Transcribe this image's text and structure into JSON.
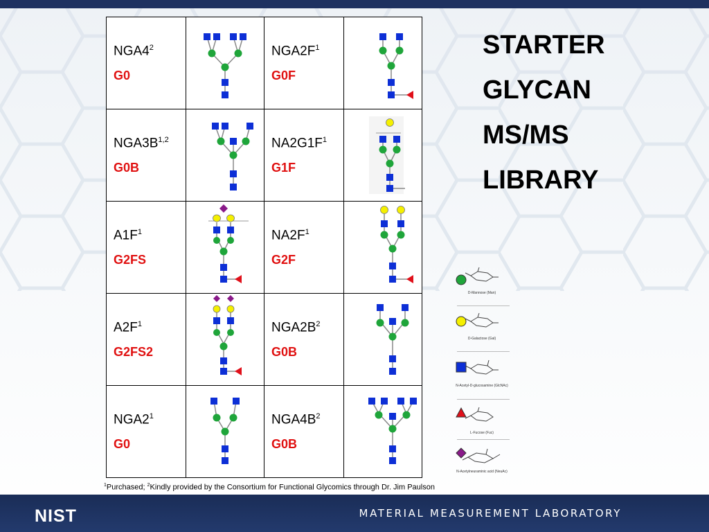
{
  "title_lines": [
    "STARTER",
    "GLYCAN",
    "MS/MS",
    "LIBRARY"
  ],
  "footer": {
    "label": "MATERIAL MEASUREMENT LABORATORY",
    "logo_text": "NIST"
  },
  "footnote": {
    "mark1": "1",
    "text1": "Purchased; ",
    "mark2": "2",
    "text2": "Kindly provided by the Consortium for Functional Glycomics through Dr. Jim Paulson"
  },
  "glycans": [
    {
      "name": "NGA4",
      "sup": "2",
      "code": "G0",
      "structure": "NGA4"
    },
    {
      "name": "NGA2F",
      "sup": "1",
      "code": "G0F",
      "structure": "NGA2F"
    },
    {
      "name": "NGA3B",
      "sup": "1,2",
      "code": "G0B",
      "structure": "NGA3B"
    },
    {
      "name": "NA2G1F",
      "sup": "1",
      "code": "G1F",
      "structure": "NA2G1F"
    },
    {
      "name": "A1F",
      "sup": "1",
      "code": "G2FS",
      "structure": "A1F"
    },
    {
      "name": "NA2F",
      "sup": "1",
      "code": "G2F",
      "structure": "NA2F"
    },
    {
      "name": "A2F",
      "sup": "1",
      "code": "G2FS2",
      "structure": "A2F"
    },
    {
      "name": "NGA2B",
      "sup": "2",
      "code": "G0B",
      "structure": "NGA2B"
    },
    {
      "name": "NGA2",
      "sup": "1",
      "code": "G0",
      "structure": "NGA2"
    },
    {
      "name": "NGA4B",
      "sup": "2",
      "code": "G0B",
      "structure": "NGA4B"
    }
  ],
  "legend": [
    {
      "label": "D-Mannose (Man)",
      "symbol": "circle",
      "color": "#1fa53a",
      "icon": "mannose-circle-icon"
    },
    {
      "label": "D-Galactose (Gal)",
      "symbol": "circle",
      "color": "#f5f000",
      "icon": "galactose-circle-icon"
    },
    {
      "label": "N-Acetyl-D-glucosamine (GlcNAc)",
      "symbol": "square",
      "color": "#0d2fd6",
      "icon": "glcnac-square-icon"
    },
    {
      "label": "L-Fucose (Fuc)",
      "symbol": "triangle",
      "color": "#e0101a",
      "icon": "fucose-triangle-icon"
    },
    {
      "label": "N-Acetylneuraminic acid (NeuAc)",
      "symbol": "diamond",
      "color": "#8a1a8a",
      "icon": "neuac-diamond-icon"
    }
  ],
  "colors": {
    "header_bar": "#1e3160",
    "footer_bar": "#1f3463",
    "glycan_code": "#e01010",
    "mannose": "#1fa53a",
    "galactose": "#f5f000",
    "glcnac": "#0d2fd6",
    "fucose": "#e0101a",
    "neuac": "#8a1a8a"
  }
}
